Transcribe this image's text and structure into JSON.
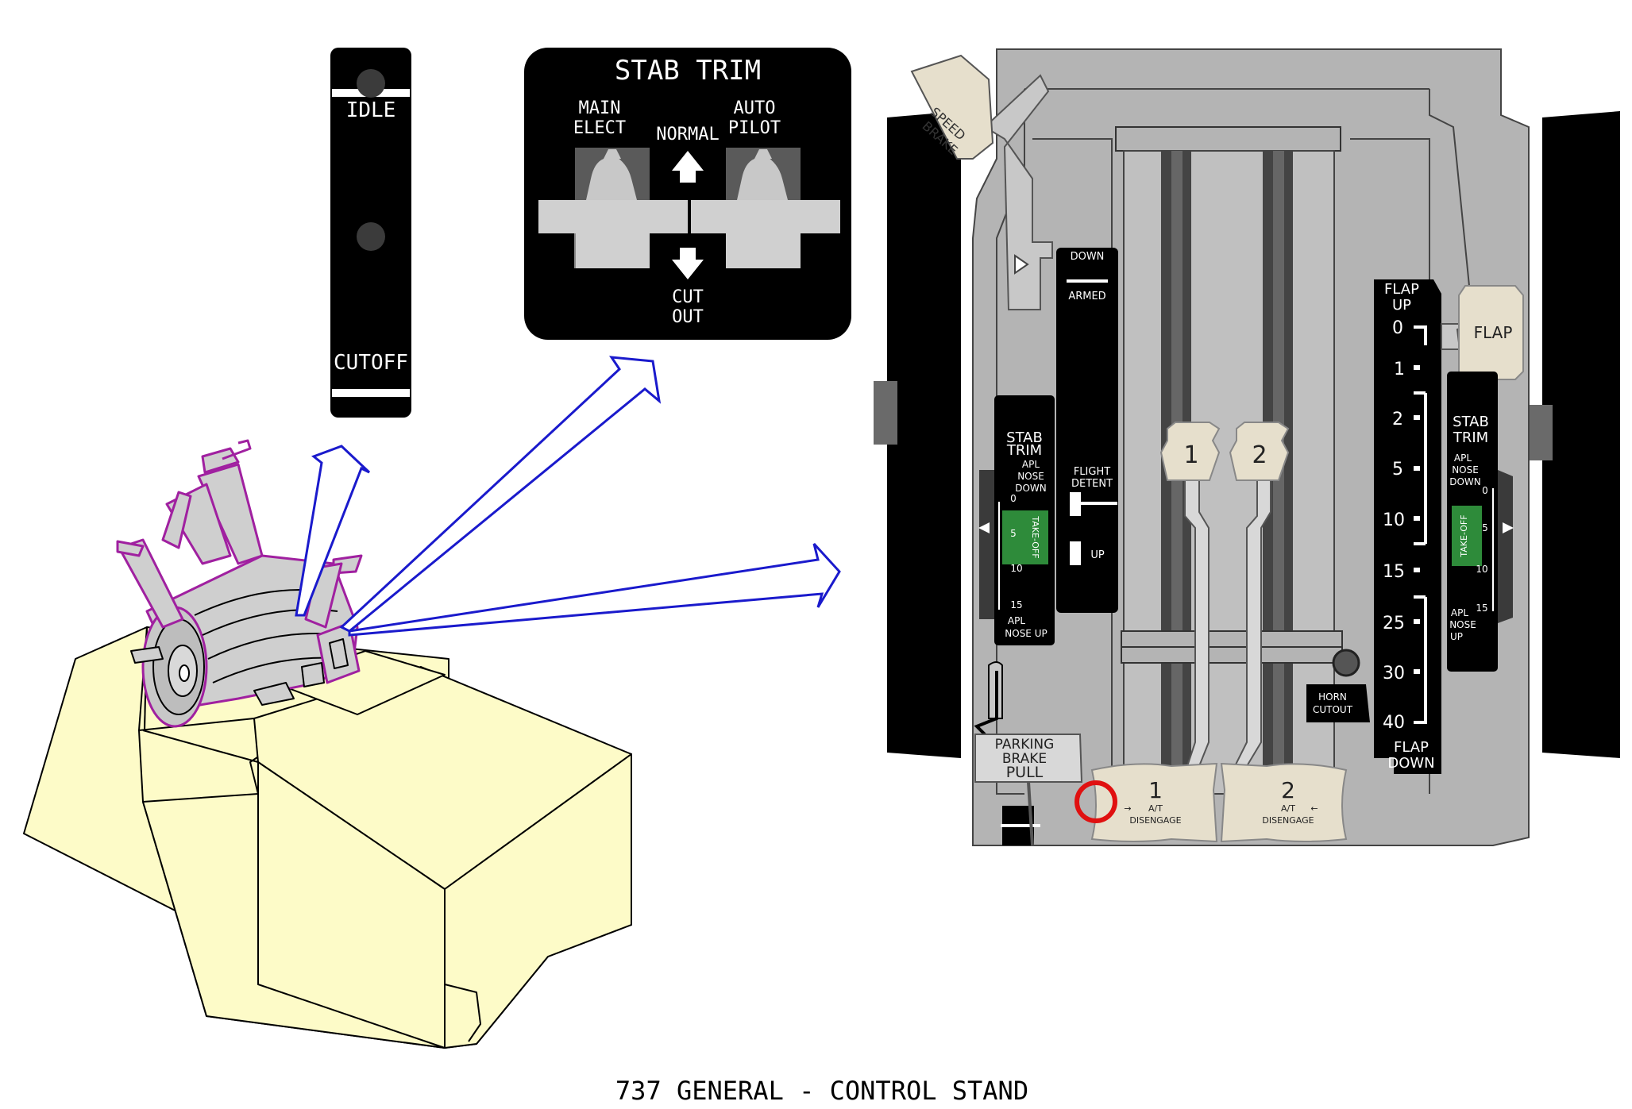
{
  "caption": "737 GENERAL - CONTROL STAND",
  "fuel_placard": {
    "idle": "IDLE",
    "cutoff": "CUTOFF"
  },
  "stab_trim_panel": {
    "title": "STAB TRIM",
    "main_elect": [
      "MAIN",
      "ELECT"
    ],
    "auto_pilot": [
      "AUTO",
      "PILOT"
    ],
    "normal": "NORMAL",
    "cut_out": [
      "CUT",
      "OUT"
    ]
  },
  "control_stand": {
    "speed_brake_label": [
      "SPEED",
      "BRAKE"
    ],
    "speedbrake_positions": {
      "down": "DOWN",
      "armed": "ARMED",
      "flight_detent": [
        "FLIGHT",
        "DETENT"
      ],
      "up": "UP"
    },
    "thrust_lever_1": "1",
    "thrust_lever_2": "2",
    "at_disengage_1": [
      "1",
      "A/T",
      "DISENGAGE"
    ],
    "at_disengage_2": [
      "2",
      "A/T",
      "DISENGAGE"
    ],
    "horn_cutout": [
      "HORN",
      "CUTOUT"
    ],
    "parking_brake": [
      "PARKING",
      "BRAKE",
      "PULL"
    ],
    "flap_lever_label": "FLAP",
    "flap_scale": {
      "top": [
        "FLAP",
        "UP"
      ],
      "bottom": [
        "FLAP",
        "DOWN"
      ],
      "detents": [
        "0",
        "1",
        "2",
        "5",
        "10",
        "15",
        "25",
        "30",
        "40"
      ]
    },
    "stab_trim_left": {
      "title": [
        "STAB",
        "TRIM"
      ],
      "nose_down": [
        "APL",
        "NOSE",
        "DOWN"
      ],
      "nose_up": [
        "APL",
        "NOSE UP"
      ],
      "ticks": [
        "0",
        "5",
        "10",
        "15"
      ],
      "band": "TAKE-OFF"
    },
    "stab_trim_right": {
      "title": [
        "STAB",
        "TRIM"
      ],
      "nose_down": [
        "APL",
        "NOSE",
        "DOWN"
      ],
      "nose_up": [
        "APL",
        "NOSE",
        "UP"
      ],
      "ticks": [
        "0",
        "5",
        "10",
        "15"
      ],
      "band": "TAKE-OFF"
    }
  },
  "colors": {
    "callout_arrow": "#1a1acc",
    "console": "#fdfbc8",
    "highlight": "#a020a0",
    "stand_gray": "#b4b4b4",
    "knob_beige": "#e6dfcc",
    "takeoff_green": "#2e8b3a"
  }
}
